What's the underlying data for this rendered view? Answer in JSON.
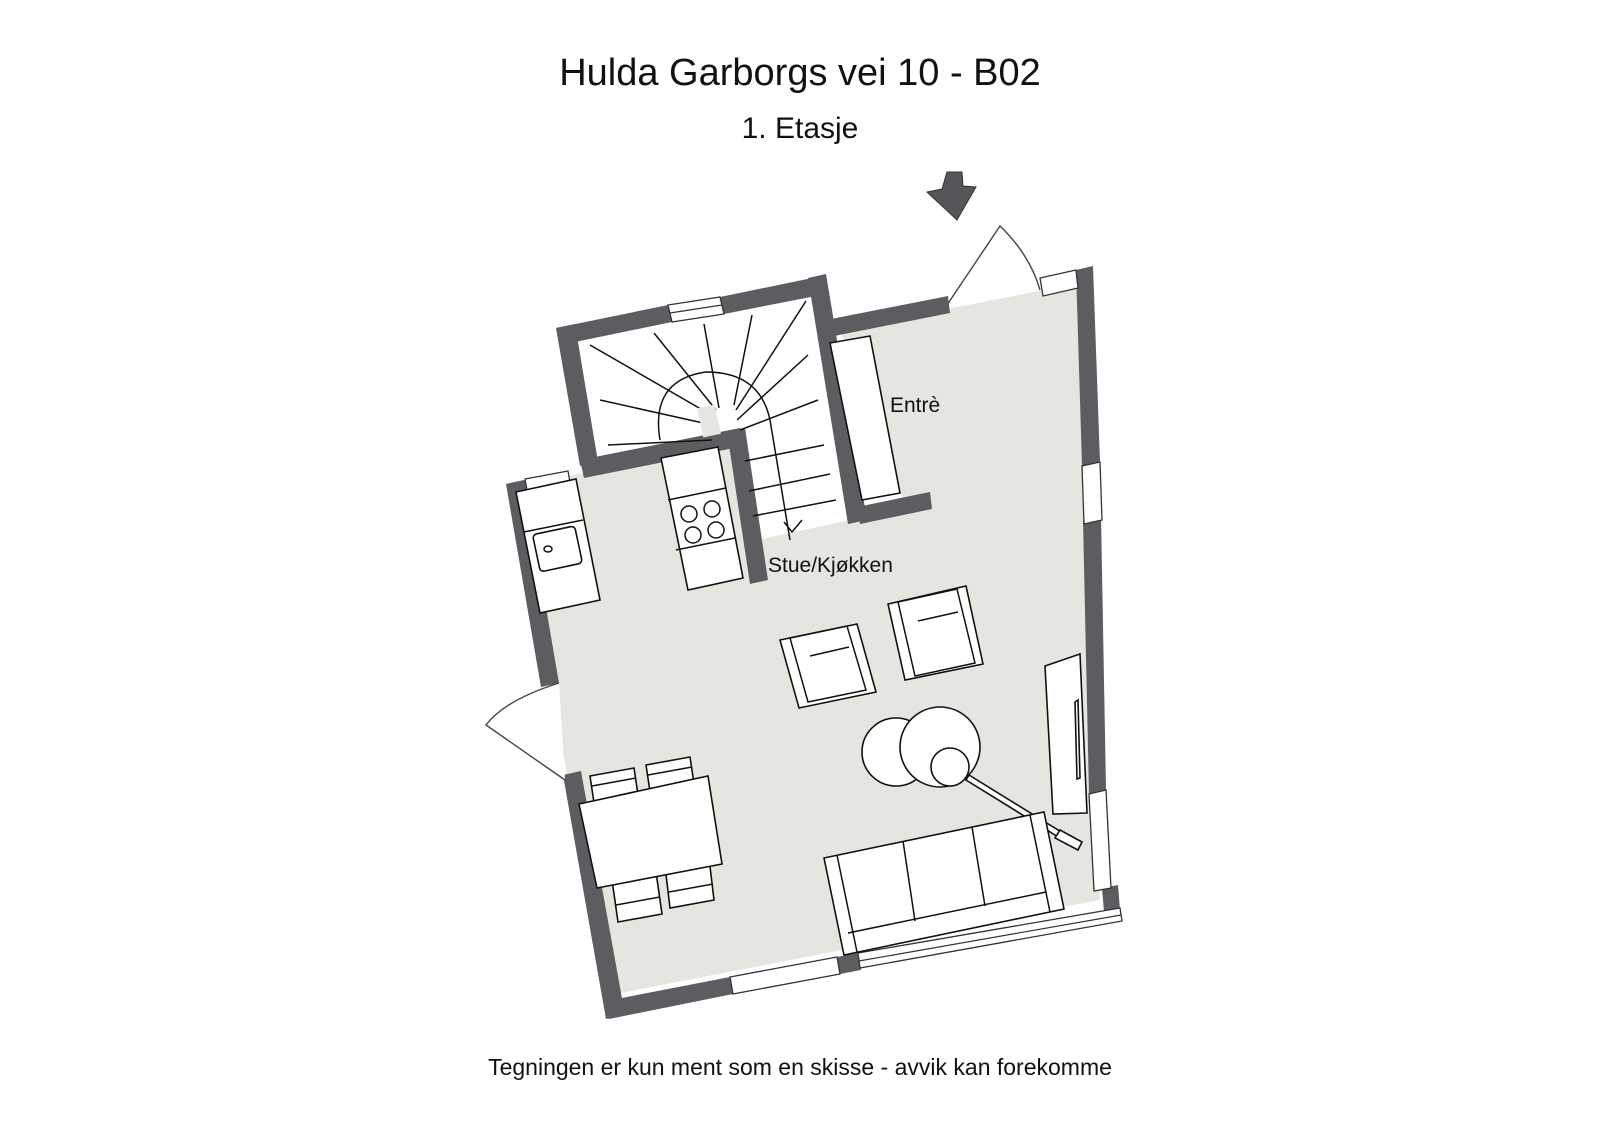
{
  "header": {
    "title": "Hulda Garborgs vei 10 - B02",
    "subtitle": "1. Etasje"
  },
  "rooms": [
    {
      "name": "Entrè"
    },
    {
      "name": "Stue/Kjøkken"
    }
  ],
  "footer": {
    "disclaimer": "Tegningen er kun ment som en skisse - avvik kan forekomme"
  },
  "symbols": {
    "entrance": "entrance-arrow-icon",
    "stairs": "spiral-stair-icon",
    "stove": "stove-icon",
    "sink": "sink-icon"
  },
  "colors": {
    "wall": "#5c5d61",
    "floor": "#e6e6e0",
    "furniture": "#ffffff",
    "text": "#111111"
  }
}
